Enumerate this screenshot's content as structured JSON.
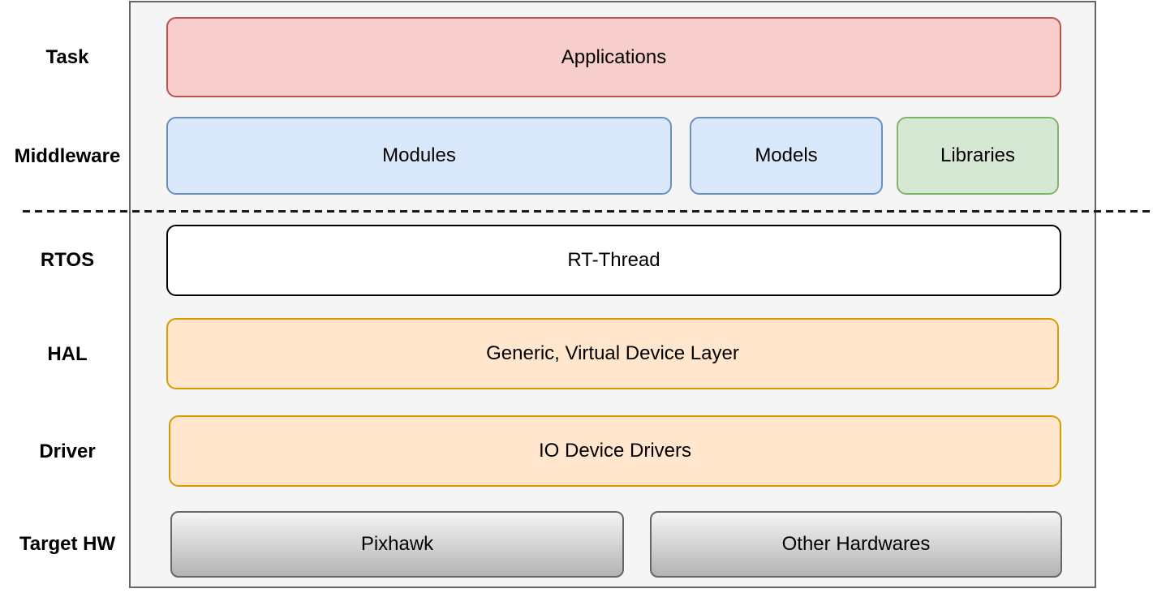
{
  "diagram": {
    "frame": {
      "fill": "#f5f5f5",
      "stroke": "#666666"
    },
    "separator": {
      "type": "dashed-line",
      "color": "#000000"
    },
    "rows": [
      {
        "id": "task",
        "label": "Task",
        "blocks": [
          {
            "label": "Applications",
            "fill": "#f8cecc",
            "stroke": "#b85450"
          }
        ]
      },
      {
        "id": "middleware",
        "label": "Middleware",
        "blocks": [
          {
            "label": "Modules",
            "fill": "#dae8fc",
            "stroke": "#6c8ebf"
          },
          {
            "label": "Models",
            "fill": "#dae8fc",
            "stroke": "#6c8ebf"
          },
          {
            "label": "Libraries",
            "fill": "#d5e8d4",
            "stroke": "#82b366"
          }
        ]
      },
      {
        "id": "rtos",
        "label": "RTOS",
        "blocks": [
          {
            "label": "RT-Thread",
            "fill": "#ffffff",
            "stroke": "#000000"
          }
        ]
      },
      {
        "id": "hal",
        "label": "HAL",
        "blocks": [
          {
            "label": "Generic, Virtual Device Layer",
            "fill": "#ffe6cc",
            "stroke": "#d79b00"
          }
        ]
      },
      {
        "id": "driver",
        "label": "Driver",
        "blocks": [
          {
            "label": "IO Device Drivers",
            "fill": "#ffe6cc",
            "stroke": "#d79b00"
          }
        ]
      },
      {
        "id": "target_hw",
        "label": "Target HW",
        "blocks": [
          {
            "label": "Pixhawk",
            "fill_top": "#f5f5f5",
            "fill_bottom": "#b3b3b3",
            "stroke": "#666666"
          },
          {
            "label": "Other Hardwares",
            "fill_top": "#f5f5f5",
            "fill_bottom": "#b3b3b3",
            "stroke": "#666666"
          }
        ]
      }
    ]
  }
}
